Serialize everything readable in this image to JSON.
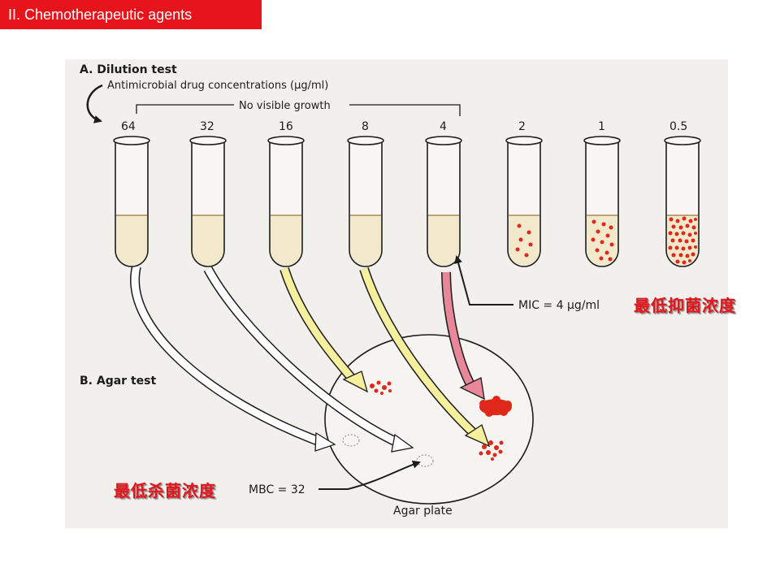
{
  "header": {
    "title": "II. Chemotherapeutic agents"
  },
  "figure": {
    "section_a_title": "A. Dilution test",
    "concentration_label": "Antimicrobial drug concentrations (μg/ml)",
    "no_growth_label": "No visible growth",
    "section_b_title": "B. Agar test",
    "mic_label": "MIC = 4 μg/ml",
    "mbc_label": "MBC = 32",
    "plate_label": "Agar plate"
  },
  "tubes": [
    {
      "concentration": "64",
      "growth": "none"
    },
    {
      "concentration": "32",
      "growth": "none"
    },
    {
      "concentration": "16",
      "growth": "none"
    },
    {
      "concentration": "8",
      "growth": "none"
    },
    {
      "concentration": "4",
      "growth": "none"
    },
    {
      "concentration": "2",
      "growth": "light"
    },
    {
      "concentration": "1",
      "growth": "moderate"
    },
    {
      "concentration": "0.5",
      "growth": "heavy"
    }
  ],
  "annotations": {
    "mic_cn": "最低抑菌浓度",
    "mbc_cn": "最低杀菌浓度"
  },
  "colors": {
    "title_bar": "#e8141b",
    "annotation_text": "#e8141b",
    "figure_background": "#f1f0ec",
    "white_arrow": "#ffffff",
    "yellow_arrow": "#f5ef9e",
    "pink_arrow": "#e8879a",
    "bacteria": "#e0281a"
  }
}
